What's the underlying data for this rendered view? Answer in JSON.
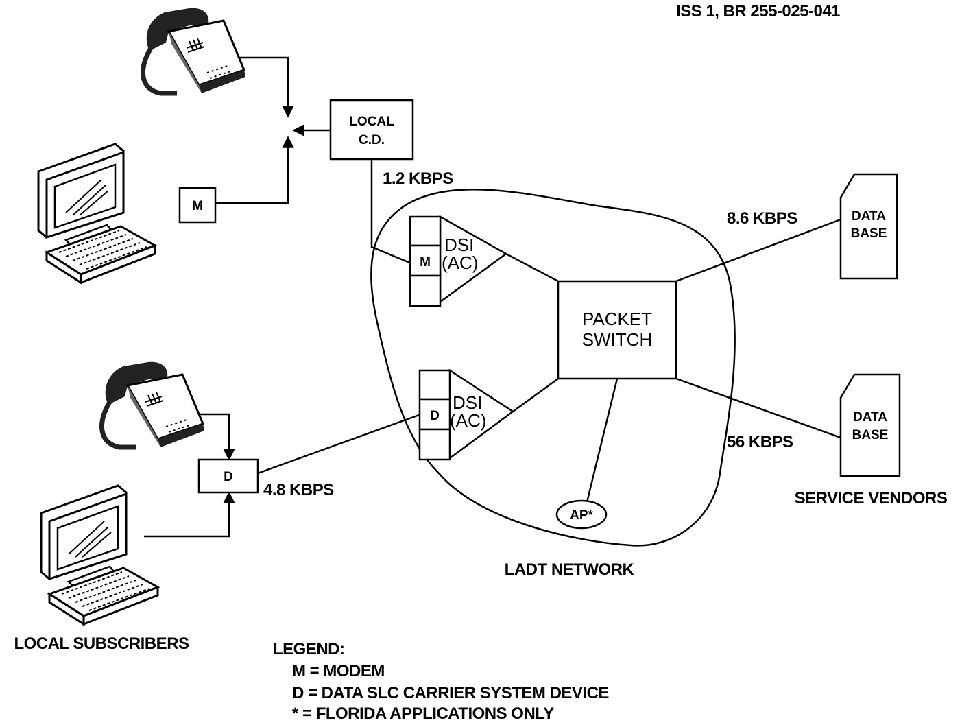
{
  "header": {
    "doc_id": "ISS 1, BR 255-025-041"
  },
  "nodes": {
    "local_cd": {
      "line1": "LOCAL",
      "line2": "C.D."
    },
    "modem_box": "M",
    "dslc_box": "D",
    "dsi_top": {
      "slot": "M",
      "line1": "DSI",
      "line2": "(AC)"
    },
    "dsi_bottom": {
      "slot": "D",
      "line1": "DSI",
      "line2": "(AC)"
    },
    "packet_switch": {
      "line1": "PACKET",
      "line2": "SWITCH"
    },
    "ap": "AP*",
    "database_top": {
      "line1": "DATA",
      "line2": "BASE"
    },
    "database_bottom": {
      "line1": "DATA",
      "line2": "BASE"
    }
  },
  "links": {
    "local_cd_rate": "1.2 KBPS",
    "db_top_rate": "8.6 KBPS",
    "db_bottom_rate": "56 KBPS",
    "dslc_rate": "4.8 KBPS"
  },
  "groups": {
    "network": "LADT NETWORK",
    "vendors": "SERVICE VENDORS",
    "subscribers": "LOCAL SUBSCRIBERS"
  },
  "legend": {
    "title": "LEGEND:",
    "items": [
      "M = MODEM",
      "D = DATA SLC CARRIER SYSTEM DEVICE",
      "* = FLORIDA APPLICATIONS ONLY"
    ]
  },
  "icons": [
    "telephone-icon",
    "computer-terminal-icon",
    "database-card-icon"
  ]
}
